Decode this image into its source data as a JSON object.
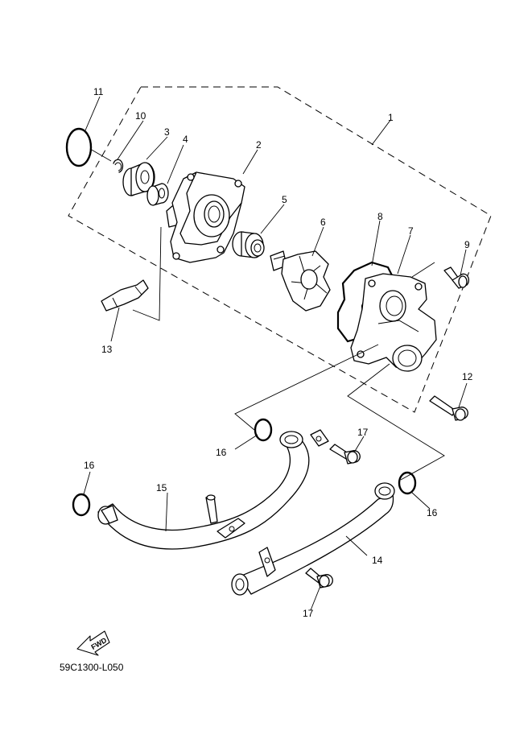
{
  "labels": {
    "p1": "1",
    "p2": "2",
    "p3": "3",
    "p4": "4",
    "p5": "5",
    "p6": "6",
    "p7": "7",
    "p8": "8",
    "p9": "9",
    "p10": "10",
    "p11": "11",
    "p12": "12",
    "p13": "13",
    "p14": "14",
    "p15": "15",
    "p16a": "16",
    "p16b": "16",
    "p16c": "16",
    "p17a": "17",
    "p17b": "17"
  },
  "fwd": "FWD",
  "diagram_code": "59C1300-L050"
}
